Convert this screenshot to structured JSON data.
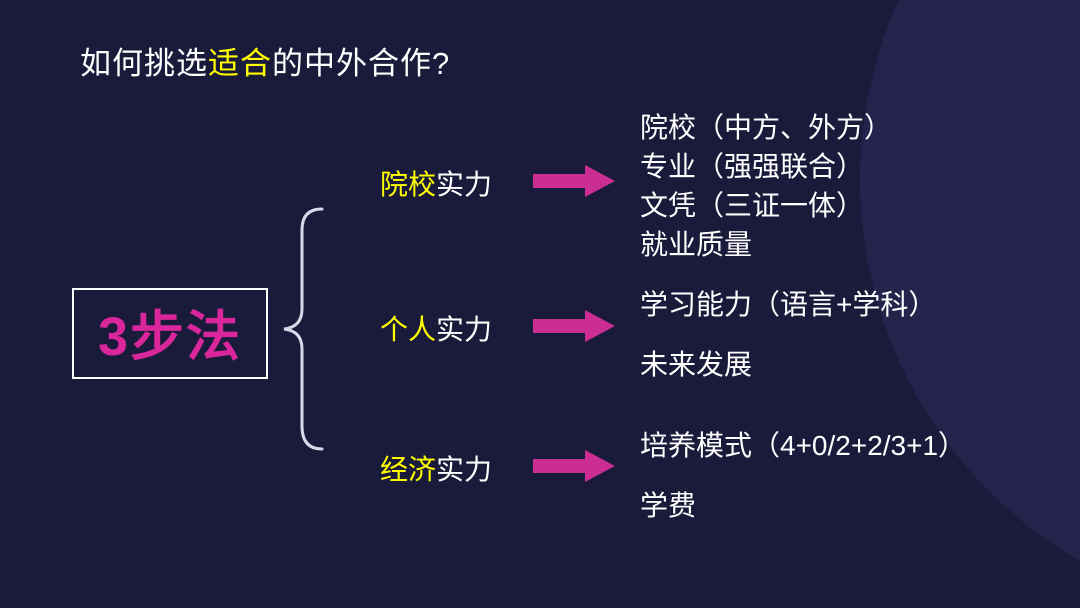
{
  "slide": {
    "title": {
      "prefix": "如何挑选",
      "highlight": "适合",
      "suffix": "的中外合作?"
    },
    "method_label": "3步法",
    "branches": [
      {
        "label_highlight": "院校",
        "label_rest": "实力",
        "items": [
          "院校（中方、外方）",
          "专业（强强联合）",
          "文凭（三证一体）",
          "就业质量"
        ]
      },
      {
        "label_highlight": "个人",
        "label_rest": "实力",
        "items": [
          "学习能力（语言+学科）",
          "未来发展"
        ]
      },
      {
        "label_highlight": "经济",
        "label_rest": "实力",
        "items": [
          "培养模式（4+0/2+2/3+1）",
          "学费"
        ]
      }
    ],
    "colors": {
      "background": "#1a1a3a",
      "ellipse": "#23234c",
      "magenta": "#cb2d92",
      "method_magenta": "#d9269b",
      "highlight_yellow": "#ffff00",
      "text_white": "#ffffff"
    }
  }
}
